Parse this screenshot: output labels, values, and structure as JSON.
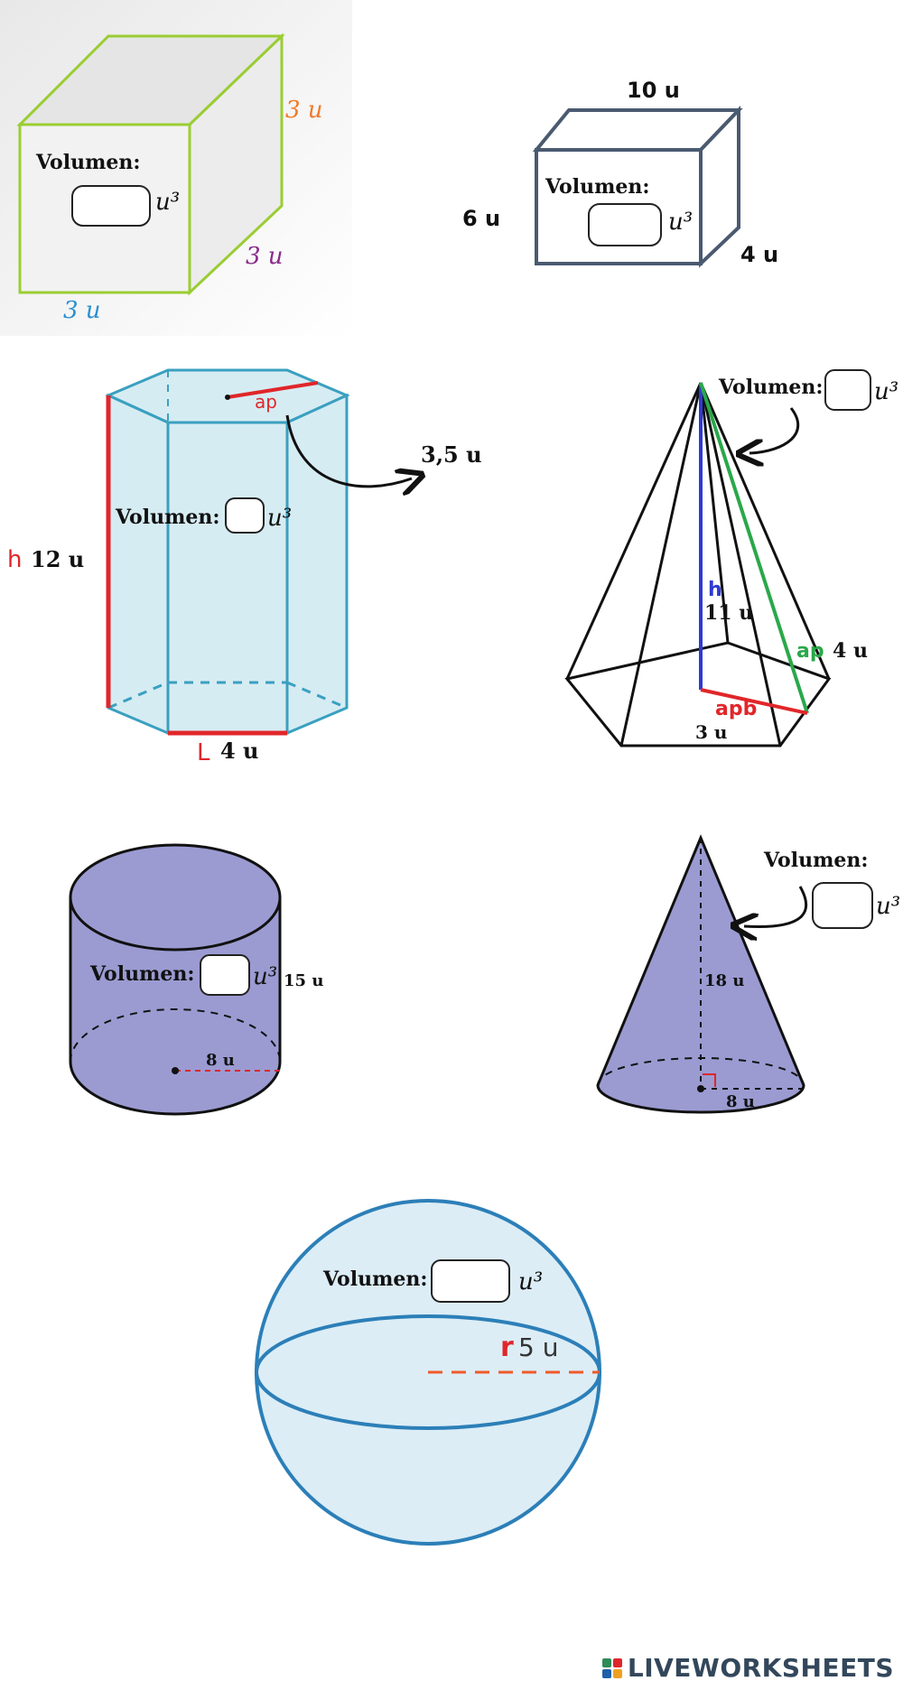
{
  "volume_label": "Volumen:",
  "unit_symbol": "u",
  "unit_cubed": "u³",
  "cube": {
    "dim_top": "3 u",
    "dim_side": "3 u",
    "dim_bottom": "3 u"
  },
  "prism": {
    "dim_length": "10 u",
    "dim_height": "6 u",
    "dim_depth": "4 u"
  },
  "hex_prism": {
    "apothem_label": "ap",
    "apothem_value": "3,5 u",
    "height_letter": "h",
    "height_value": "12 u",
    "side_letter": "L",
    "side_value": "4 u"
  },
  "pyramid": {
    "height_letter": "h",
    "height_value": "11 u",
    "apothem_label": "ap",
    "apothem_value": "4 u",
    "base_apothem_label": "apb",
    "side_value": "3 u"
  },
  "cylinder": {
    "height_value": "15 u",
    "radius_value": "8 u"
  },
  "cone": {
    "height_value": "18 u",
    "radius_value": "8 u"
  },
  "sphere": {
    "radius_letter": "r",
    "radius_value": "5 u"
  },
  "brand": {
    "name": "LIVEWORKSHEETS"
  },
  "colors": {
    "cube_edge": "#9acd32",
    "prism_edge": "#4a5a70",
    "hex_fill": "#d6ecf3",
    "hex_edge": "#3aa0c0",
    "height_red": "#e0262a",
    "pyr_h": "#2e3bd0",
    "pyr_ap": "#2aa84a",
    "purple_fill": "#9b9bd2",
    "sphere_fill": "#dcedf6",
    "sphere_edge": "#2c7fb8"
  }
}
